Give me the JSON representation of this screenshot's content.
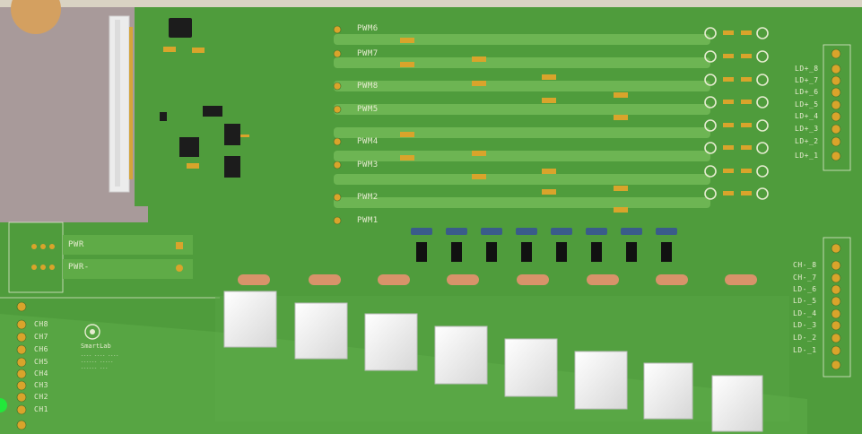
{
  "pwm_labels": [
    "PWM6",
    "PWM7",
    "PWM8",
    "PWM5",
    "PWM4",
    "PWM3",
    "PWM2",
    "PWM1"
  ],
  "power_labels": [
    "PWR",
    "PWR-"
  ],
  "ch_labels_left": [
    "CH8",
    "CH7",
    "CH6",
    "CH5",
    "CH4",
    "CH3",
    "CH2",
    "CH1"
  ],
  "ld_plus_labels": [
    "LD+_8",
    "LD+_7",
    "LD+_6",
    "LD+_5",
    "LD+_4",
    "LD+_3",
    "LD+_2",
    "LD+_1"
  ],
  "right_lower_labels": [
    "CH-_8",
    "CH-_7",
    "LD-_6",
    "LD-_5",
    "LD-_4",
    "LD-_3",
    "LD-_2",
    "LD-_1"
  ],
  "logo": {
    "title": "SmartLab",
    "lines": [
      "---- ---- ----",
      "------ -----",
      "------ ---"
    ]
  },
  "colors": {
    "board": "#4f9c3c",
    "copper": "#6db553",
    "pad": "#d9a42b",
    "silk": "#e6ecd0",
    "connector": "#f2f2f2",
    "resistor": "#d8936a",
    "diode": "#1a1a1a"
  }
}
